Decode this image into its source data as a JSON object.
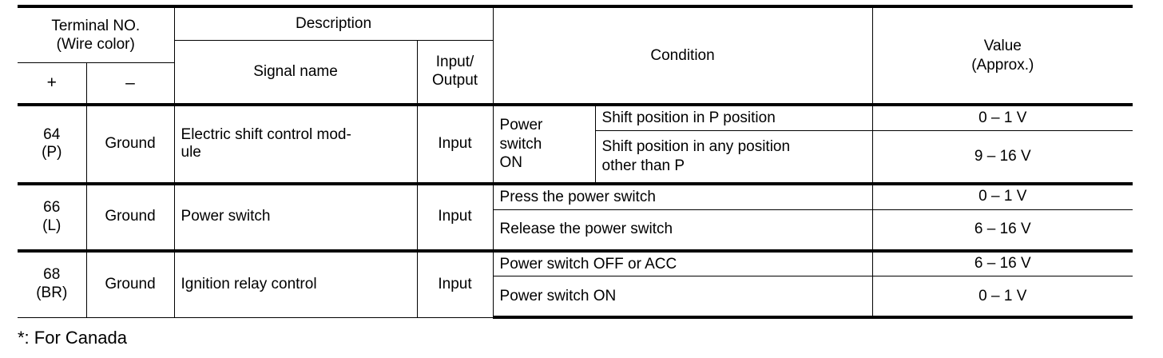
{
  "table": {
    "headers": {
      "terminal_no": "Terminal NO.\n(Wire color)",
      "plus": "+",
      "minus": "–",
      "description": "Description",
      "signal_name": "Signal name",
      "input_output": "Input/\nOutput",
      "condition": "Condition",
      "value": "Value\n(Approx.)"
    },
    "rows": [
      {
        "terminal": "64\n(P)",
        "ground": "Ground",
        "signal_name": "Electric shift control mod-\nule",
        "io": "Input",
        "condition_group": "Power\nswitch\nON",
        "conditions": [
          {
            "text": "Shift position in P position",
            "value": "0 – 1 V"
          },
          {
            "text": "Shift position in any position\nother than P",
            "value": "9 – 16 V"
          }
        ]
      },
      {
        "terminal": "66\n(L)",
        "ground": "Ground",
        "signal_name": "Power switch",
        "io": "Input",
        "condition_group": "",
        "conditions": [
          {
            "text": "Press the power switch",
            "value": "0 – 1 V"
          },
          {
            "text": "Release the power switch",
            "value": "6 – 16 V"
          }
        ]
      },
      {
        "terminal": "68\n(BR)",
        "ground": "Ground",
        "signal_name": "Ignition relay control",
        "io": "Input",
        "condition_group": "",
        "conditions": [
          {
            "text": "Power switch OFF or ACC",
            "value": "6 – 16 V"
          },
          {
            "text": "Power switch ON",
            "value": "0 – 1 V"
          }
        ]
      }
    ]
  },
  "footnote": "*: For Canada",
  "colors": {
    "background": "#ffffff",
    "text": "#000000",
    "rule": "#000000"
  }
}
